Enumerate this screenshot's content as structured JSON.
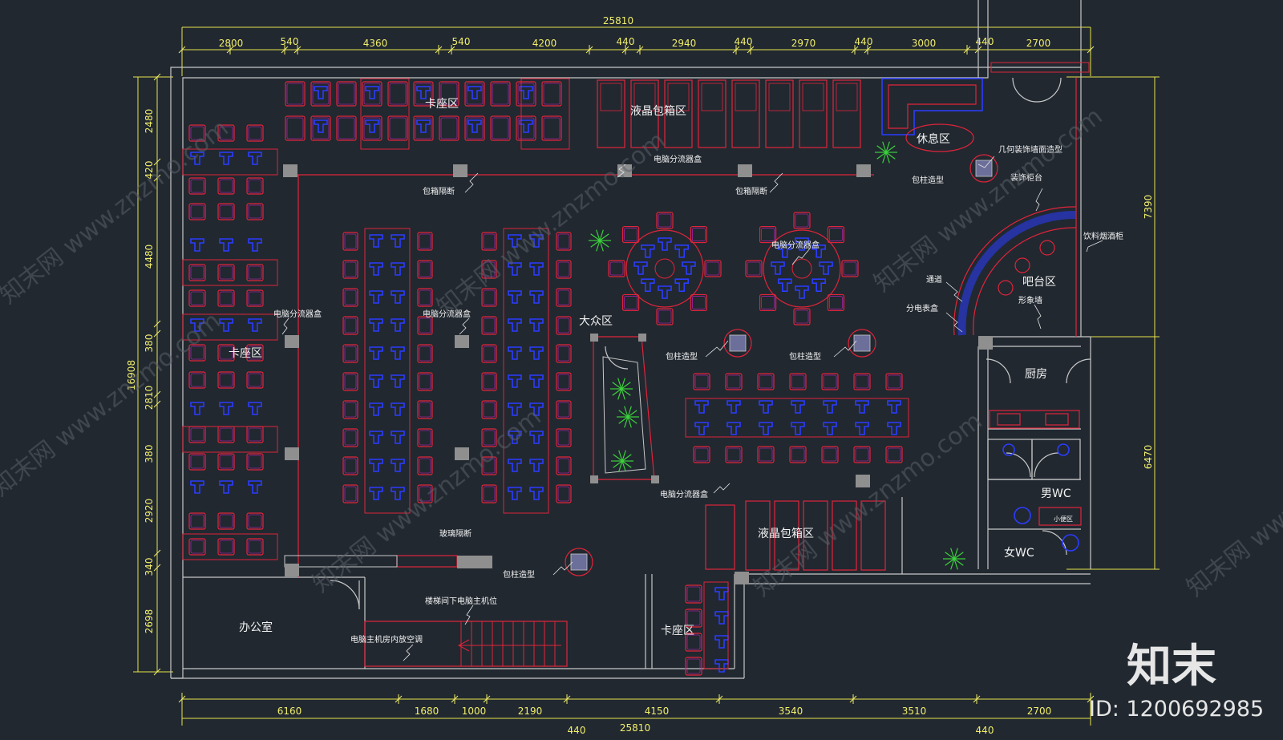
{
  "drawing": {
    "dims_top": [
      "2800",
      "540",
      "4360",
      "540",
      "4200",
      "440",
      "2940",
      "440",
      "2970",
      "440",
      "3000",
      "440",
      "2700"
    ],
    "dim_top_total": "25810",
    "dims_bottom": [
      "6160",
      "1680",
      "1000",
      "2190",
      "4150",
      "3540",
      "3510",
      "2700"
    ],
    "dim_bottom_total": "25810",
    "dims_bottom_extra": [
      "440",
      "440"
    ],
    "dims_left": [
      "2480",
      "420",
      "4480",
      "380",
      "2810",
      "380",
      "2920",
      "340",
      "2698"
    ],
    "dim_left_total": "16908",
    "dims_right": [
      "7390",
      "6470"
    ],
    "zones": {
      "kazuo_top": "卡座区",
      "lcd_room_top": "液晶包箱区",
      "rest": "休息区",
      "kazuo_left": "卡座区",
      "public": "大众区",
      "bar": "吧台区",
      "kitchen": "厨房",
      "men_wc": "男WC",
      "women_wc": "女WC",
      "lcd_room_bottom": "液晶包箱区",
      "kazuo_bottom": "卡座区",
      "office": "办公室"
    },
    "notes": {
      "splitter_top": "电脑分流器盒",
      "partition_left": "包箱隔断",
      "partition_right": "包箱隔断",
      "geo_wall": "几何装饰墙面造型",
      "column_rest": "包柱造型",
      "deco_cabinet": "装饰柜台",
      "drink_cabinet": "饮料烟酒柜",
      "passage": "通道",
      "dist_box": "分电表盒",
      "image_wall": "形象墙",
      "splitter_left": "电脑分流器盒",
      "splitter_mid": "电脑分流器盒",
      "splitter_round": "电脑分流器盒",
      "column_1": "包柱造型",
      "column_2": "包柱造型",
      "splitter_bottom": "电脑分流器盒",
      "glass_partition": "玻璃隔断",
      "column_3": "包柱造型",
      "stairs_note": "楼梯间下电脑主机位",
      "server_ac": "电脑主机房内放空调",
      "urinal": "小便区"
    }
  },
  "branding": {
    "logo": "知末",
    "id_text": "ID: 1200692985",
    "watermark": "知末网 www.znzmo.com"
  },
  "colors": {
    "background": "#212830",
    "dimension": "#f1ee6b",
    "furniture_red": "#e0243a",
    "chair_blue": "#2b3cff",
    "wall": "#c8c8c8"
  }
}
